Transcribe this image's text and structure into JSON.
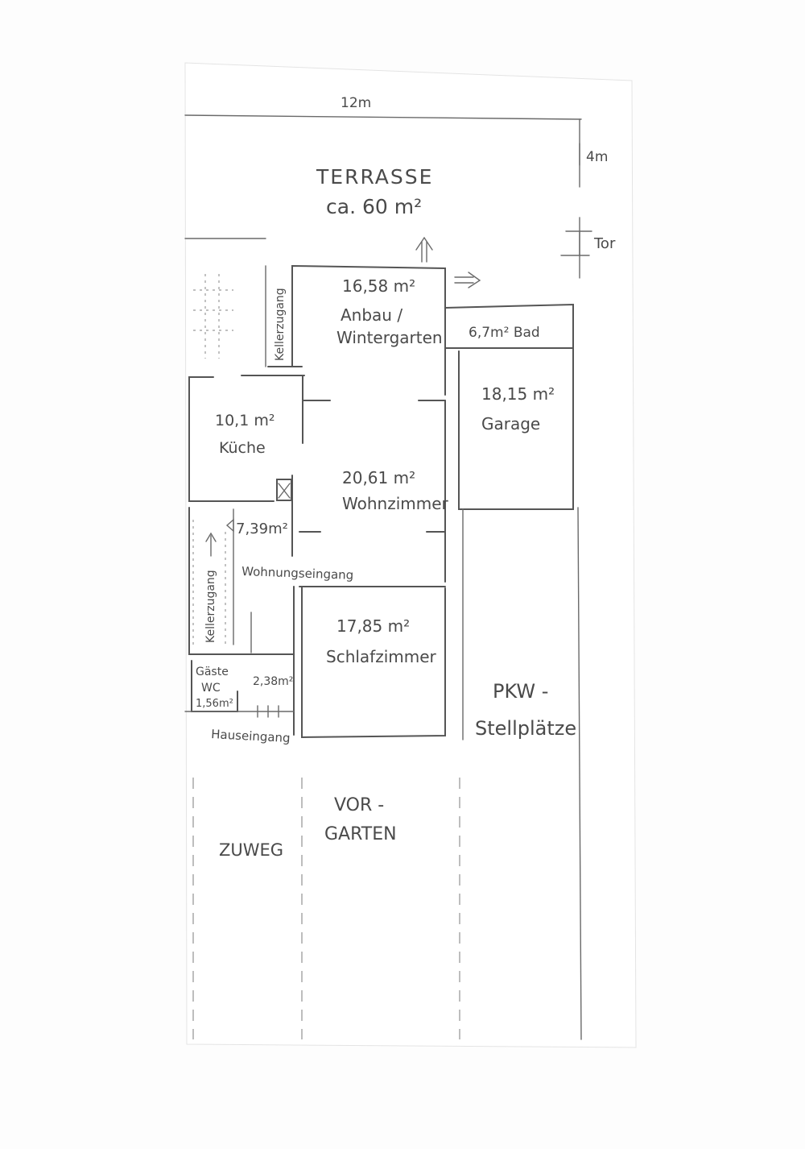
{
  "colors": {
    "ink": "#4a4a4a",
    "wall": "#555555",
    "paper": "#fdfdfd"
  },
  "dimensions": {
    "width_label": "12m",
    "depth_label": "4m",
    "gate_label": "Tor"
  },
  "rooms": {
    "terrace_name": "TERRASSE",
    "terrace_area": "ca. 60 m²",
    "winter_area": "16,58 m²",
    "winter_name_1": "Anbau /",
    "winter_name_2": "Wintergarten",
    "bath": "6,7m² Bad",
    "garage_area": "18,15 m²",
    "garage_name": "Garage",
    "kitchen_area": "10,1 m²",
    "kitchen_name": "Küche",
    "living_area": "20,61 m²",
    "living_name": "Wohnzimmer",
    "hall_area": "7,39m²",
    "apartment_entrance": "Wohnungseingang",
    "cellar_access_top": "Kellerzugang",
    "cellar_access_bottom": "Kellerzugang",
    "bedroom_area": "17,85 m²",
    "bedroom_name": "Schlafzimmer",
    "guest_wc_1": "Gäste",
    "guest_wc_2": "WC",
    "guest_wc_area": "1,56m²",
    "corridor_area": "2,38m²",
    "house_entrance": "Hauseingang",
    "parking_1": "PKW -",
    "parking_2": "Stellplätze",
    "front_garden_1": "VOR -",
    "front_garden_2": "GARTEN",
    "path": "ZUWEG"
  },
  "icons": {
    "arrow_up": "arrow-up-icon",
    "arrow_right": "arrow-right-icon",
    "arrow_left": "arrow-left-icon",
    "chimney": "chimney-icon"
  }
}
